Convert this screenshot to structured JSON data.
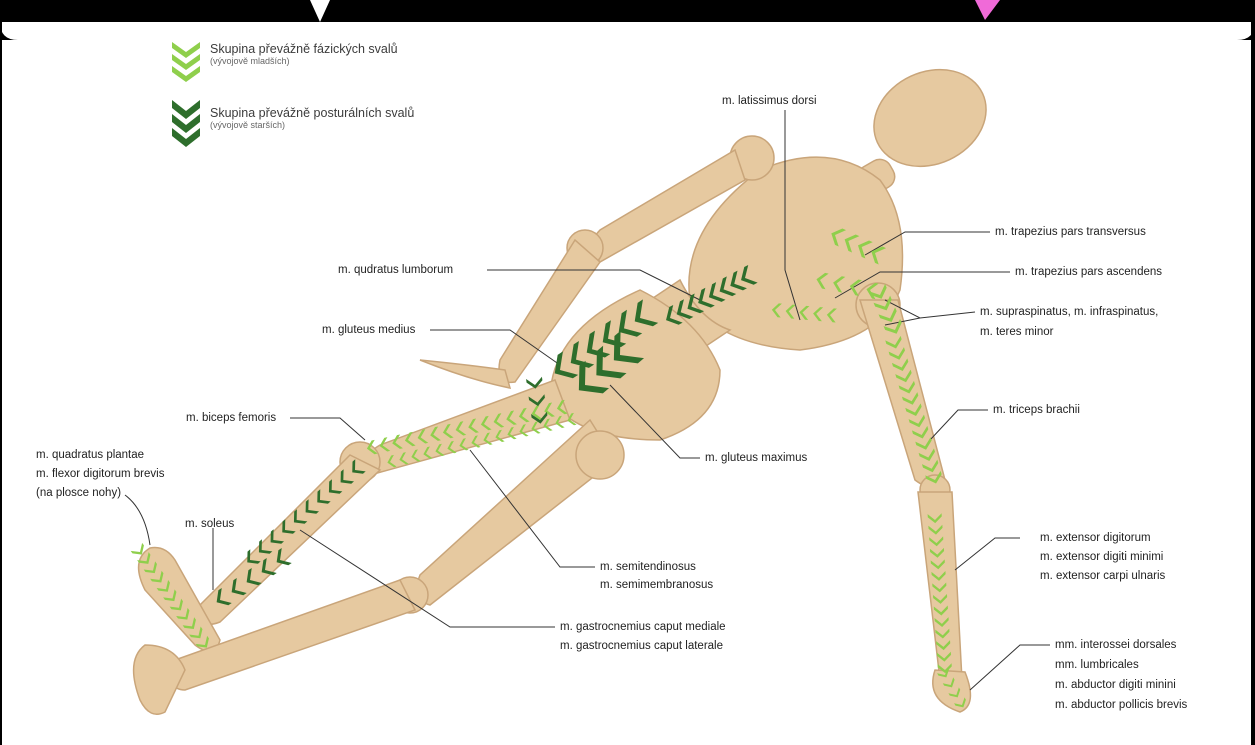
{
  "colors": {
    "phasic": "#8fcf4c",
    "postural": "#2e6e2c",
    "wood": "#e6c9a0",
    "wood_shadow": "#c9a57a",
    "leader": "#333333",
    "top_frame": "#000000",
    "corner_accent": "#f06ad8"
  },
  "legend": {
    "phasic": {
      "title": "Skupina převážně fázických svalů",
      "subtitle": "(vývojově mladších)",
      "icon": "light-green-chevrons-icon"
    },
    "postural": {
      "title": "Skupina převážně posturálních svalů",
      "subtitle": "(vývojově starších)",
      "icon": "dark-green-chevrons-icon"
    }
  },
  "labels": {
    "latissimus": "m. latissimus dorsi",
    "trap_transversus": "m. trapezius pars transversus",
    "trap_ascendens": "m. trapezius pars ascendens",
    "supraspinatus_1": "m. supraspinatus, m. infraspinatus,",
    "supraspinatus_2": "m. teres minor",
    "quadratus_lumborum": "m. qudratus lumborum",
    "gluteus_medius": "m. gluteus medius",
    "triceps": "m. triceps brachii",
    "biceps_femoris": "m. biceps femoris",
    "gluteus_maximus": "m. gluteus maximus",
    "quadratus_plantae_1": "m. quadratus plantae",
    "quadratus_plantae_2": "m. flexor digitorum brevis",
    "quadratus_plantae_3": "(na plosce nohy)",
    "soleus": "m. soleus",
    "semitendinosus_1": "m. semitendinosus",
    "semitendinosus_2": "m. semimembranosus",
    "extensor_1": "m. extensor digitorum",
    "extensor_2": "m. extensor digiti minimi",
    "extensor_3": "m. extensor carpi ulnaris",
    "gastrocnemius_1": "m. gastrocnemius caput mediale",
    "gastrocnemius_2": "m. gastrocnemius caput laterale",
    "interossei_1": "mm. interossei dorsales",
    "interossei_2": "mm. lumbricales",
    "interossei_3": "m. abductor digiti minini",
    "interossei_4": "m. abductor pollicis brevis"
  }
}
